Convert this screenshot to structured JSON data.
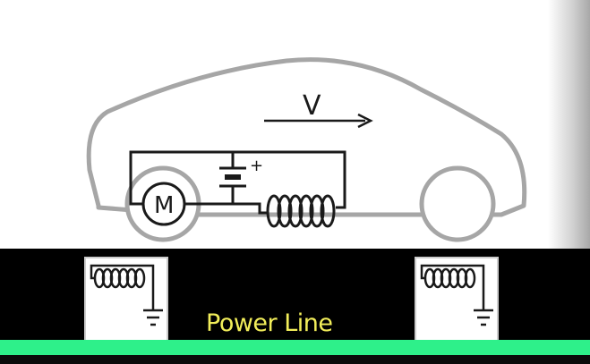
{
  "labels": {
    "velocity": "V",
    "motor": "M",
    "battery_plus": "+",
    "power_line": "Power Line"
  },
  "colors": {
    "car_outline": "#a6a6a6",
    "circuit": "#1a1a1a",
    "ground_bg": "#000000",
    "rail": "#2ef08a",
    "power_label": "#f2ee5a"
  }
}
